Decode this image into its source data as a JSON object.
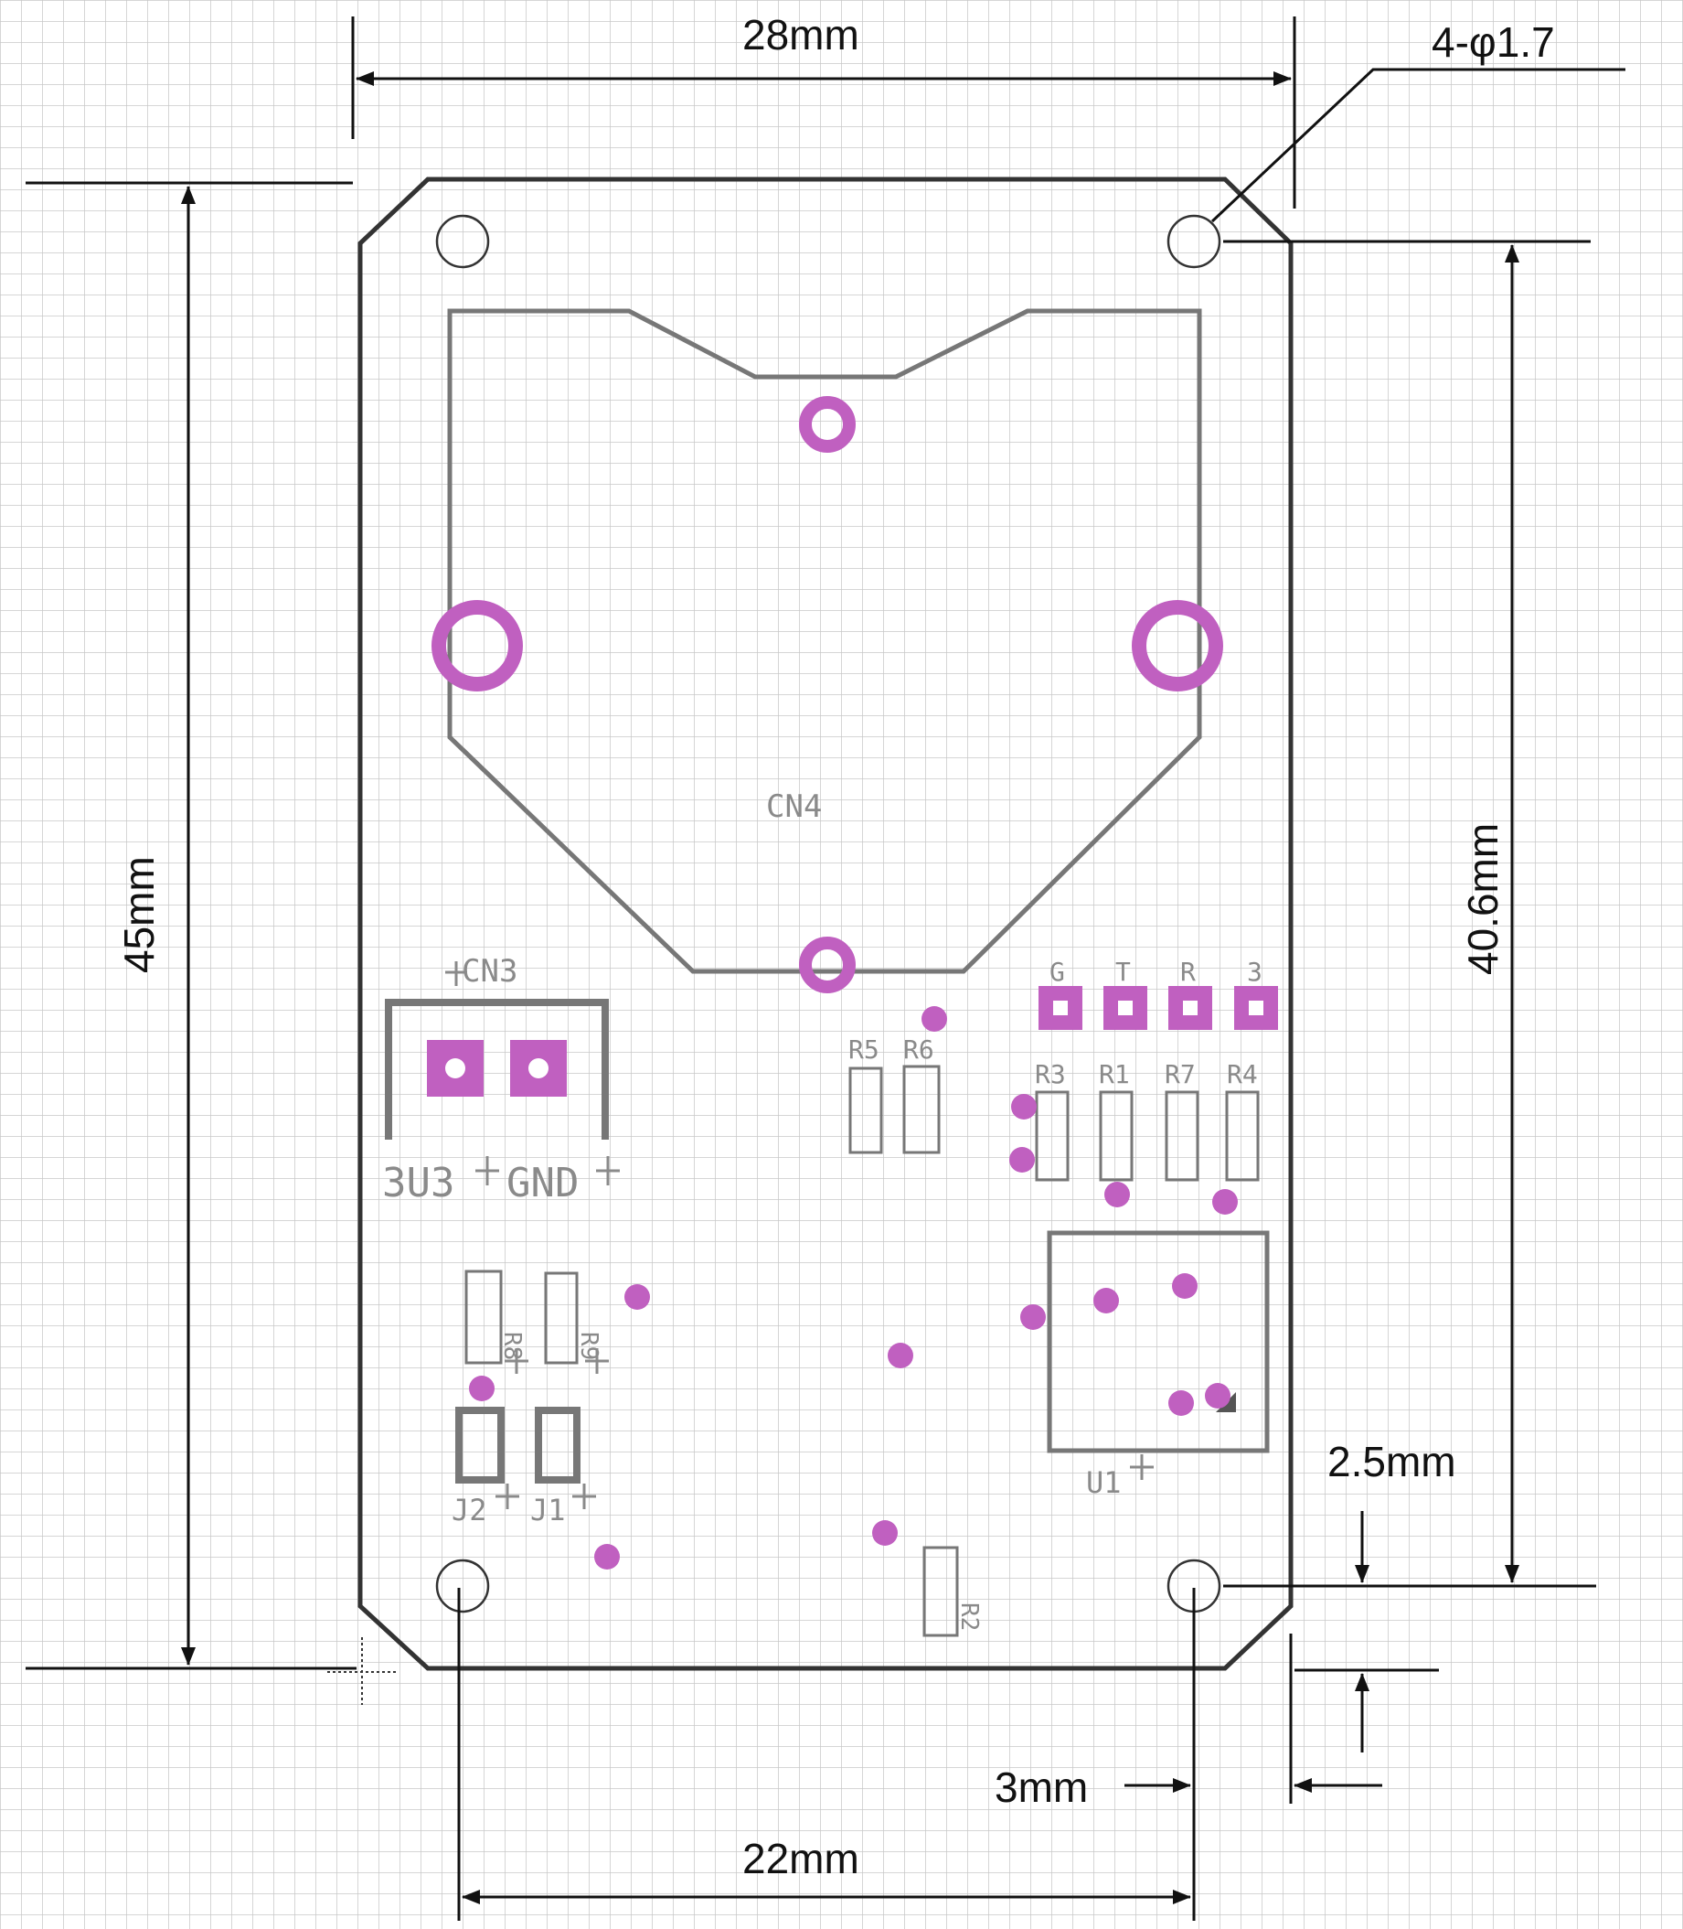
{
  "dimensions": {
    "width_overall": "28mm",
    "height_overall": "45mm",
    "hole_spacing_vertical": "40.6mm",
    "hole_spacing_horizontal": "22mm",
    "hole_offset_edge_vertical": "2.5mm",
    "hole_offset_edge_horizontal": "3mm",
    "hole_callout": "4-φ1.7"
  },
  "silkscreen": {
    "cn4": "CN4",
    "cn3": "CN3",
    "cn3_pin1": "3U3",
    "cn3_pin2": "GND",
    "pin_g": "G",
    "pin_t": "T",
    "pin_r": "R",
    "pin_3": "3",
    "r5": "R5",
    "r6": "R6",
    "r3": "R3",
    "r1": "R1",
    "r7": "R7",
    "r4": "R4",
    "r8": "R8",
    "r9": "R9",
    "j2": "J2",
    "j1": "J1",
    "u1": "U1",
    "r2": "R2"
  },
  "colors": {
    "pad": "#c060c0",
    "outline": "#333333",
    "silk": "#8a8a8a",
    "grid": "#c8c8c8"
  }
}
